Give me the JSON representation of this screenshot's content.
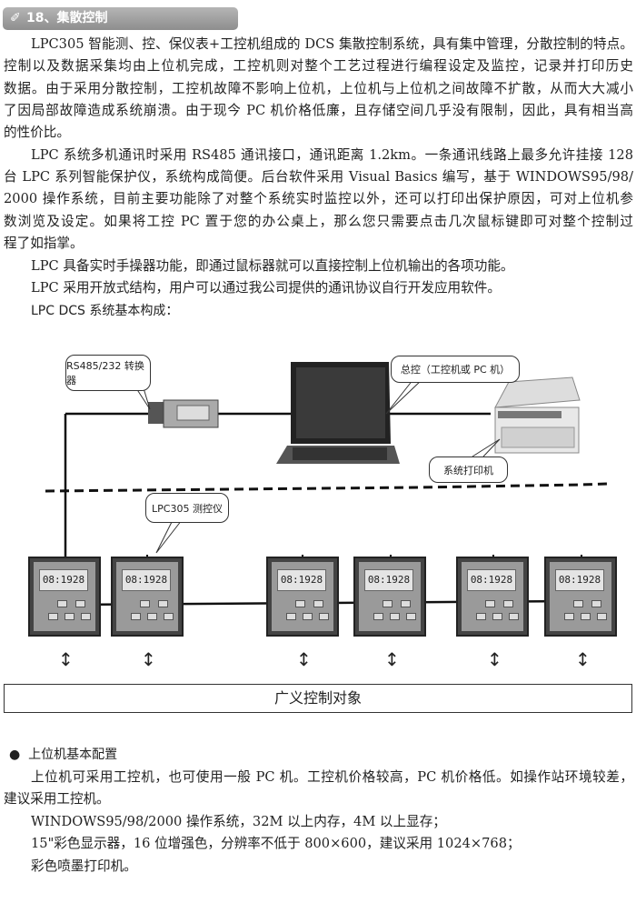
{
  "section": {
    "icon": "book-icon",
    "title": "18、集散控制"
  },
  "paragraphs": [
    [
      "LPC305 智能测、控、保仪表+工控机组成的 DCS 集散控制系统，具有集中管理，分散控制的特点。",
      "控制以及数据采集均由上位机完成，工控机则对整个工艺过程进行编程设定及监控，记录并打印历史",
      "数据。由于采用分散控制，工控机故障不影响上位机，上位机与上位机之间故障不扩散，从而大大减小",
      "了因局部故障造成系统崩溃。由于现今 PC 机价格低廉，且存储空间几乎没有限制，因此，具有相当高",
      "的性价比。"
    ],
    [
      "LPC 系统多机通讯时采用 RS485 通讯接口，通讯距离 1.2km。一条通讯线路上最多允许挂接 128",
      "台 LPC 系列智能保护仪，系统构成简便。后台软件采用 Visual Basics 编写，基于 WINDOWS95/98/",
      "2000 操作系统，目前主要功能除了对整个系统实时监控以外，还可以打印出保护原因，可对上位机参",
      "数浏览及设定。如果将工控 PC 置于您的办公桌上，那么您只需要点击几次鼠标键即可对整个控制过",
      "程了如指掌。"
    ],
    [
      "LPC 具备实时手操器功能，即通过鼠标器就可以直接控制上位机输出的各项功能。"
    ],
    [
      "LPC 采用开放式结构，用户可以通过我公司提供的通讯协议自行开发应用软件。"
    ]
  ],
  "diagram_heading": "LPC DCS 系统基本构成：",
  "diagram": {
    "callouts": {
      "converter": "RS485/232 转换器",
      "master": "总控（工控机或 PC 机）",
      "printer": "系统打印机",
      "instrument": "LPC305 测控仪"
    },
    "device_display": "08:1928",
    "device_count": 6,
    "target_label": "广义控制对象"
  },
  "config": {
    "heading": "上位机基本配置",
    "lines": [
      "上位机可采用工控机，也可使用一般 PC 机。工控机价格较高，PC 机价格低。如操作站环境较差，",
      "建议采用工控机。",
      "WINDOWS95/98/2000 操作系统，32M 以上内存，4M 以上显存；",
      "15\"彩色显示器，16 位增强色，分辨率不低于 800×600，建议采用 1024×768；",
      "彩色喷墨打印机。"
    ]
  }
}
